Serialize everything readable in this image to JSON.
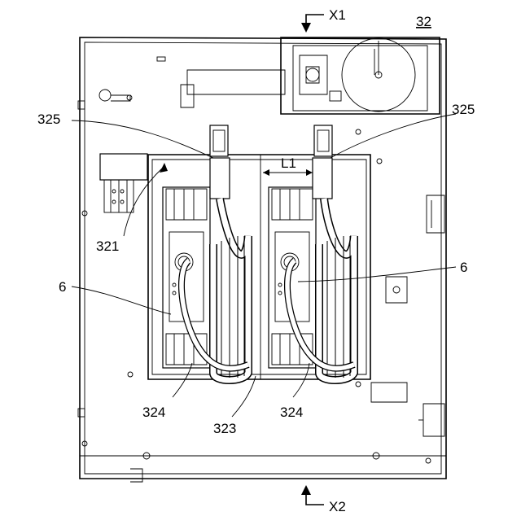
{
  "figure_number": "32",
  "labels": {
    "x1": "X1",
    "x2": "X2",
    "ref_325_left": "325",
    "ref_325_right": "325",
    "l1": "L1",
    "ref_321": "321",
    "ref_6_left": "6",
    "ref_6_right": "6",
    "ref_324_left": "324",
    "ref_323": "323",
    "ref_324_right": "324"
  }
}
